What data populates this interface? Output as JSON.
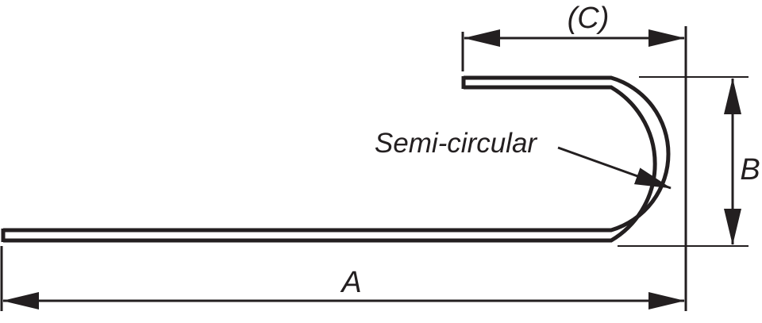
{
  "diagram": {
    "labels": {
      "dim_a": "A",
      "dim_b": "B",
      "dim_c": "(C)",
      "note_bend": "Semi-circular"
    },
    "colors": {
      "ink": "#231f20",
      "background": "#ffffff"
    }
  }
}
